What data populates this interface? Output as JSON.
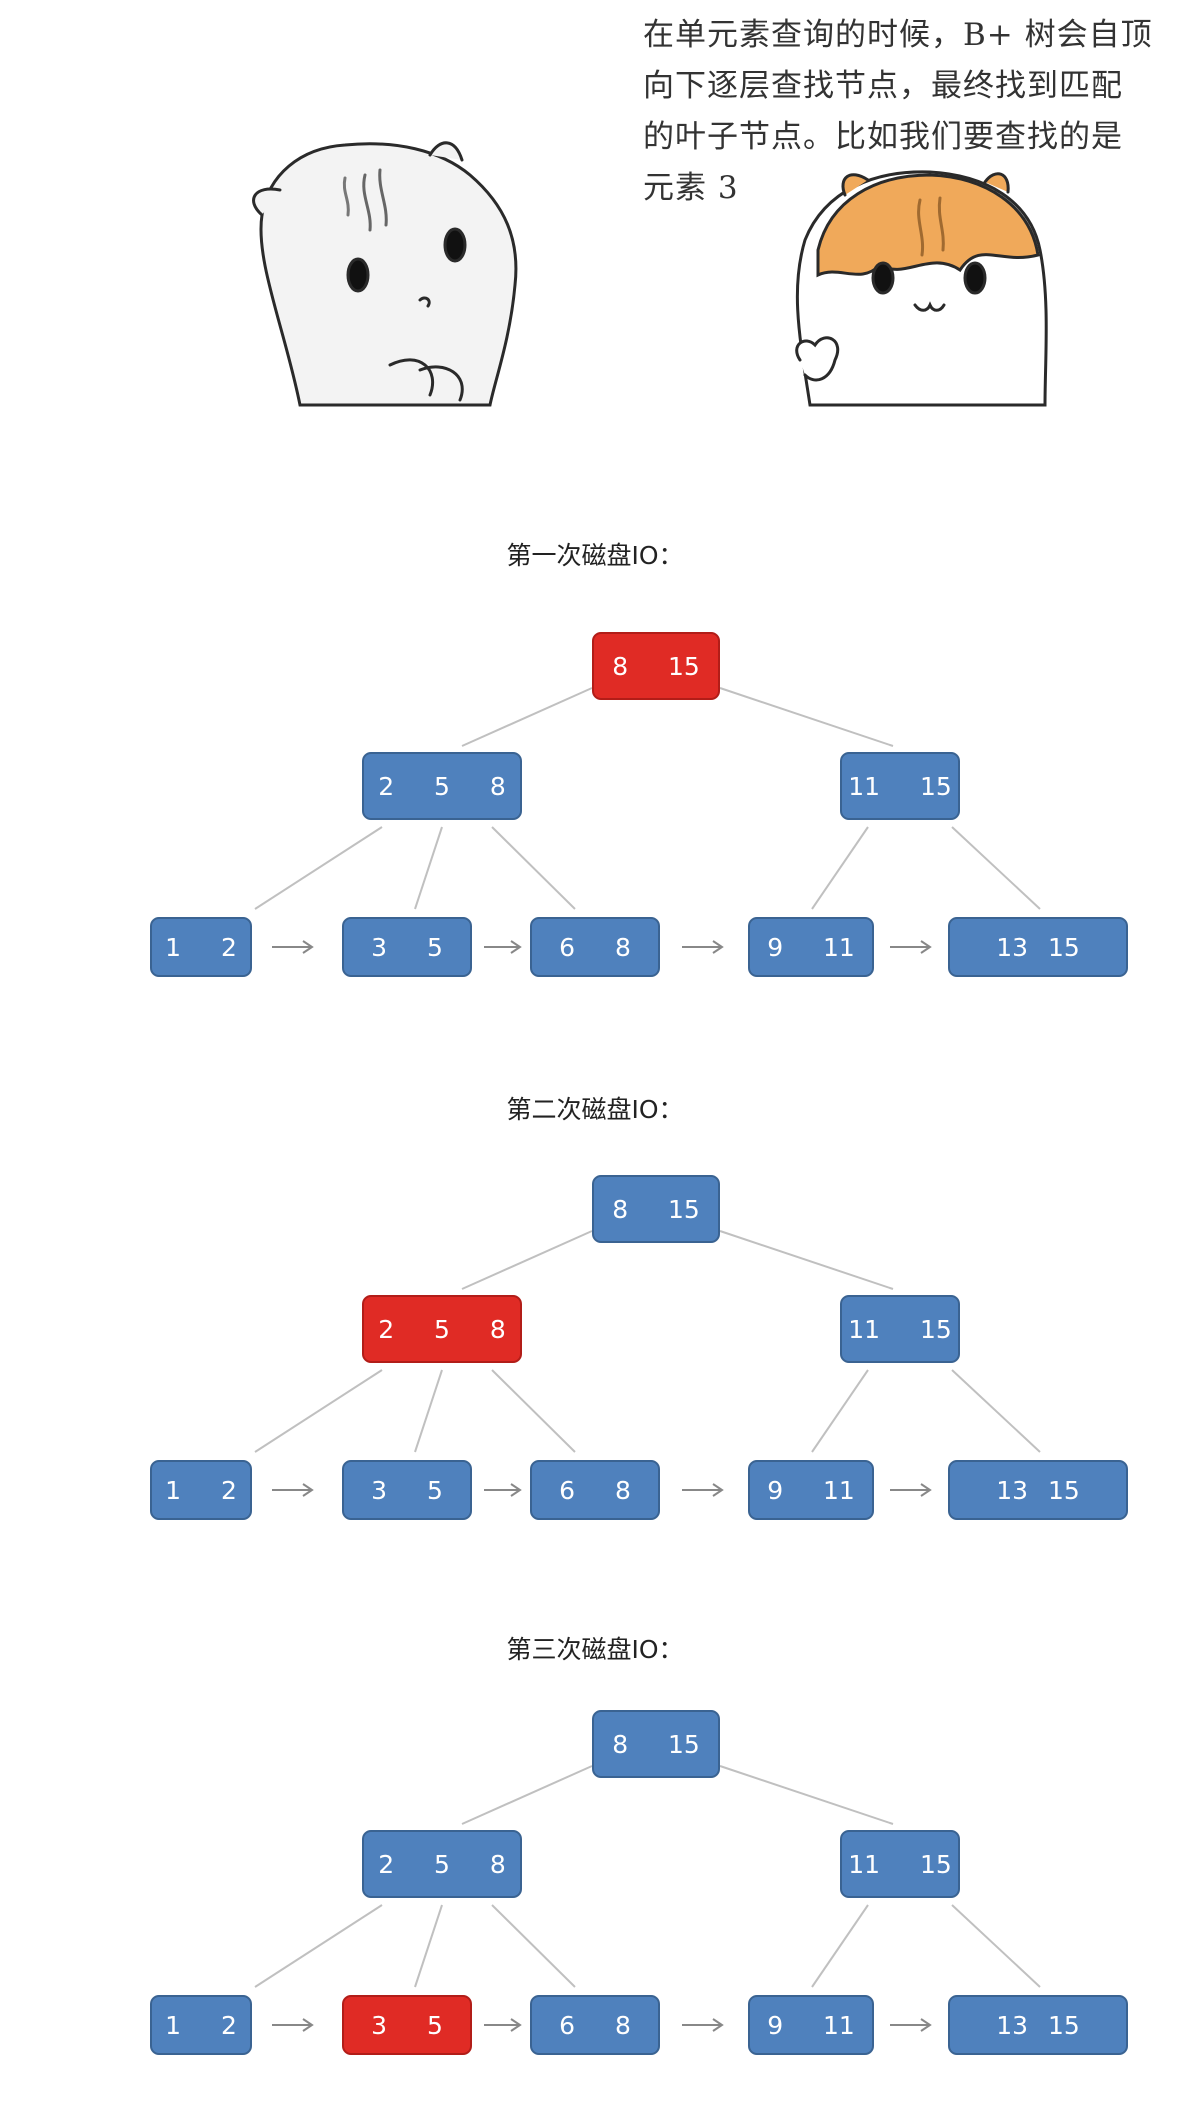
{
  "speech": {
    "lines": [
      "在单元素查询的时候，B+ 树会自顶",
      "向下逐层查找节点，最终找到匹配",
      "的叶子节点。比如我们要查找的是",
      "元素 3"
    ]
  },
  "colors": {
    "node": "#4f81bd",
    "highlight": "#e02b25",
    "line": "#c0c0c0",
    "hamster_orange": "#f0a95a"
  },
  "diagrams": [
    {
      "title": "第一次磁盘IO：",
      "root": "8  15",
      "inner": [
        "2  5  8",
        "11  15"
      ],
      "leaves": [
        "1  2",
        "3  5",
        "6  8",
        "9  11",
        "13 15"
      ],
      "highlight": "root"
    },
    {
      "title": "第二次磁盘IO：",
      "root": "8  15",
      "inner": [
        "2  5  8",
        "11  15"
      ],
      "leaves": [
        "1  2",
        "3  5",
        "6  8",
        "9  11",
        "13 15"
      ],
      "highlight": "inner-0"
    },
    {
      "title": "第三次磁盘IO：",
      "root": "8  15",
      "inner": [
        "2  5  8",
        "11  15"
      ],
      "leaves": [
        "1  2",
        "3  5",
        "6  8",
        "9  11",
        "13 15"
      ],
      "highlight": "leaf-1"
    }
  ]
}
